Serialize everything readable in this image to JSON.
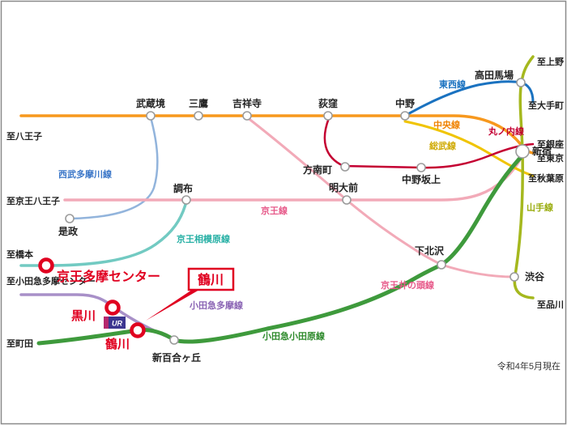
{
  "map": {
    "note": "令和4年5月現在",
    "colors": {
      "highlight": "#e00020"
    },
    "stations": {
      "musashisakai": "武蔵境",
      "mitaka": "三鷹",
      "kichijoji": "吉祥寺",
      "ogikubo": "荻窪",
      "nakano": "中野",
      "takadanobaba": "高田馬場",
      "shinjuku": "新宿",
      "nakanosakaue": "中野坂上",
      "honancho": "方南町",
      "meidaimae": "明大前",
      "chofu": "調布",
      "koremasa": "是政",
      "shimokitazawa": "下北沢",
      "shibuya": "渋谷",
      "shinyurigaoka": "新百合ヶ丘",
      "keio_tama_center": "京王多摩センター",
      "kurokawa": "黒川",
      "tsurukawa": "鶴川"
    },
    "terminals": {
      "hachioji": "至八王子",
      "keio_hachioji": "至京王八王子",
      "hashimoto": "至橋本",
      "odakyu_tama_center": "至小田急多摩センター",
      "machida": "至町田",
      "ueno": "至上野",
      "otemachi": "至大手町",
      "ginza": "至銀座",
      "tokyo": "至東京",
      "akihabara": "至秋葉原",
      "shinagawa": "至品川"
    },
    "lines": {
      "chuo": {
        "label": "中央線",
        "color": "#f7981d",
        "label_color": "#f08300"
      },
      "sobu": {
        "label": "総武線",
        "color": "#f0c400",
        "label_color": "#cfa900"
      },
      "tozai": {
        "label": "東西線",
        "color": "#1a72c0",
        "label_color": "#1a72c0"
      },
      "marunouchi": {
        "label": "丸ノ内線",
        "color": "#c40032",
        "label_color": "#c40032"
      },
      "yamanote": {
        "label": "山手線",
        "color": "#a5b81e",
        "label_color": "#9aad10"
      },
      "keio": {
        "label": "京王線",
        "color": "#f2aab8",
        "label_color": "#e75a8a"
      },
      "keio_sagamihara": {
        "label": "京王相模原線",
        "color": "#72cac2",
        "label_color": "#27b0a5"
      },
      "keio_inokashira": {
        "label": "京王井の頭線",
        "color": "#f2aab8",
        "label_color": "#e75a8a"
      },
      "seibu_tamagawa": {
        "label": "西武多摩川線",
        "color": "#92b4dc",
        "label_color": "#3a76c8"
      },
      "odakyu_tama": {
        "label": "小田急多摩線",
        "color": "#a890c8",
        "label_color": "#8a64b4"
      },
      "odakyu_odawara": {
        "label": "小田急小田原線",
        "color": "#3e9a3c",
        "label_color": "#2e8a2c"
      }
    },
    "callout": {
      "tsurukawa": "鶴川"
    },
    "logo": {
      "ur": "UR"
    }
  }
}
